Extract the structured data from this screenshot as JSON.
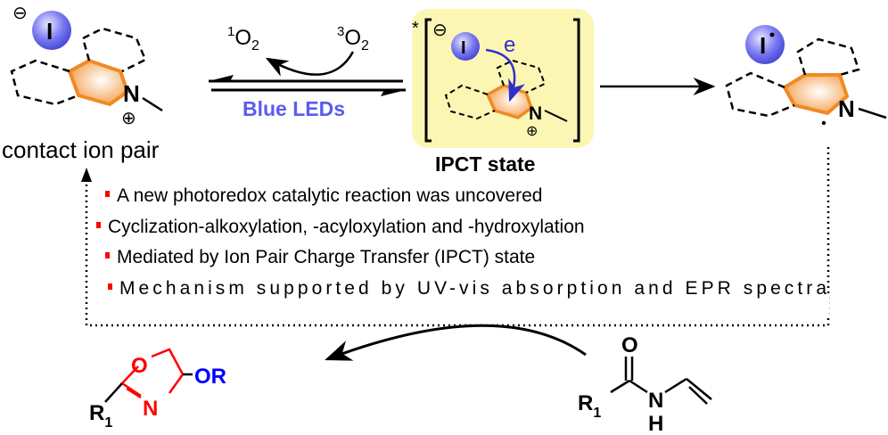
{
  "left_species": {
    "anion": "I",
    "charge_minus": "⊖",
    "charge_plus": "⊕",
    "nitrogen": "N",
    "caption": "contact ion pair"
  },
  "equilibrium": {
    "singlet_oxygen": "1",
    "triplet_oxygen": "3",
    "oxygen": "O",
    "subscript": "2",
    "condition": "Blue LEDs"
  },
  "ipct": {
    "star": "*",
    "anion": "I",
    "electron": "e",
    "nitrogen": "N",
    "charge_minus": "⊖",
    "charge_plus": "⊕",
    "caption": "IPCT state"
  },
  "radical_species": {
    "iodine_radical": "I",
    "nitrogen": "N"
  },
  "bullets": [
    "A new photoredox catalytic reaction was uncovered",
    "Cyclization-alkoxylation, -acyloxylation and -hydroxylation",
    "Mediated by Ion Pair Charge Transfer (IPCT) state",
    "Mechanism supported by UV-vis absorption and EPR spectra"
  ],
  "product": {
    "ring_o": "O",
    "ring_n": "N",
    "or_group": "OR",
    "r": "R",
    "r_sub": "1"
  },
  "substrate": {
    "o": "O",
    "n": "N",
    "h": "H",
    "r": "R",
    "r_sub": "1"
  },
  "colors": {
    "orange": "#f08a24",
    "blue_text": "#5b5bef",
    "red": "#ff0000",
    "or_blue": "#0000ff",
    "yellow_box": "#fbf6b4"
  }
}
